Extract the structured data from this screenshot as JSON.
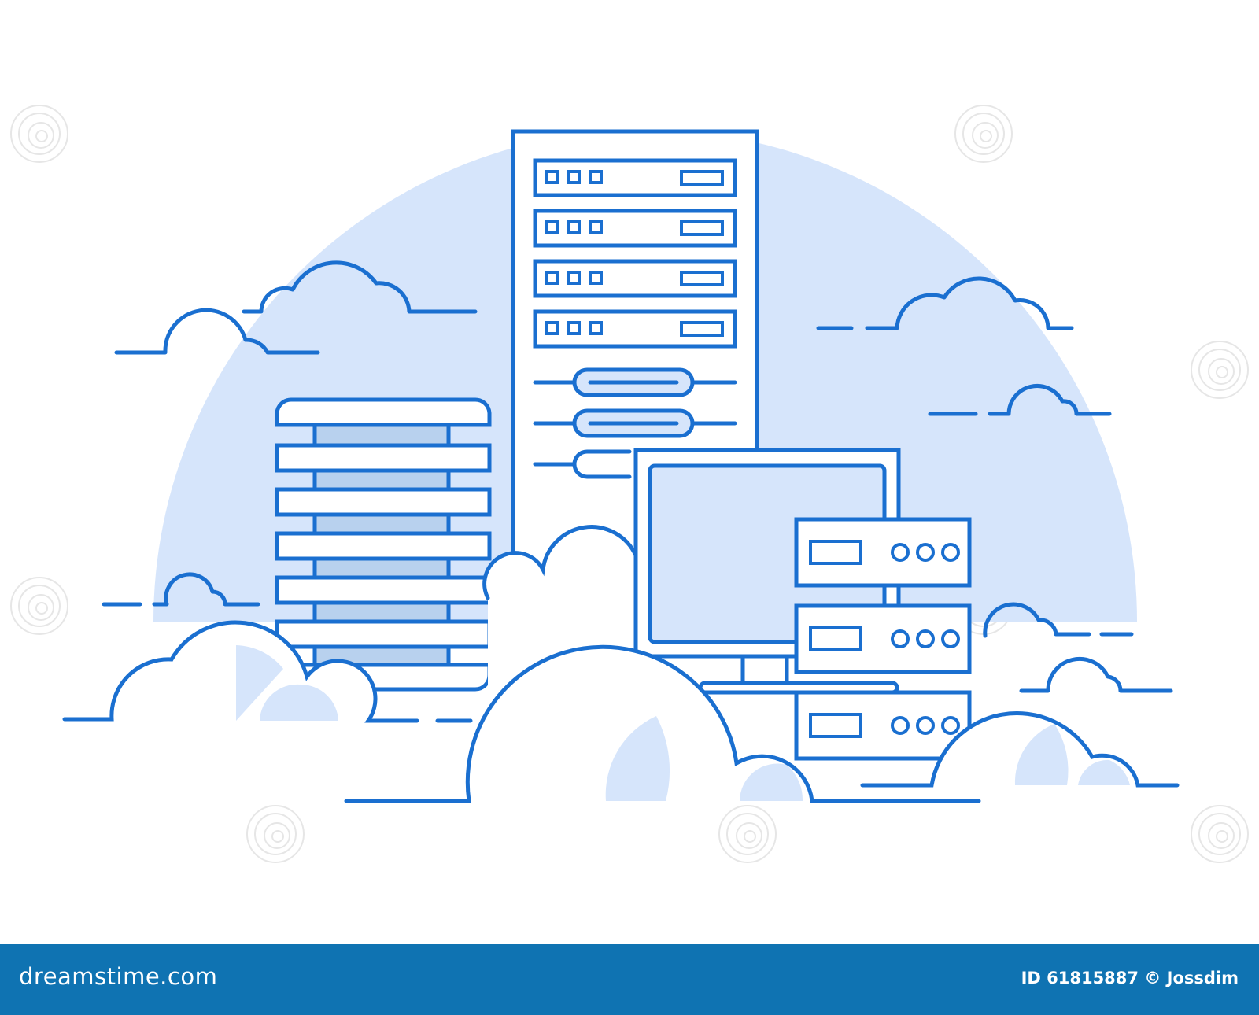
{
  "illustration": {
    "subject": "cloud-server-hosting",
    "colors": {
      "line": "#1a6fd0",
      "fill_light": "#d6e5fb",
      "fill_mid": "#b8d1ee",
      "background": "#ffffff",
      "footer": "#0f73b2",
      "footer_text": "#ffffff"
    }
  },
  "watermark": {
    "text": "dreamstime.com",
    "icon": "spiral-logo-icon"
  },
  "footer": {
    "brand": "dreamstime.com",
    "credit": "ID 61815887 © Jossdim"
  }
}
